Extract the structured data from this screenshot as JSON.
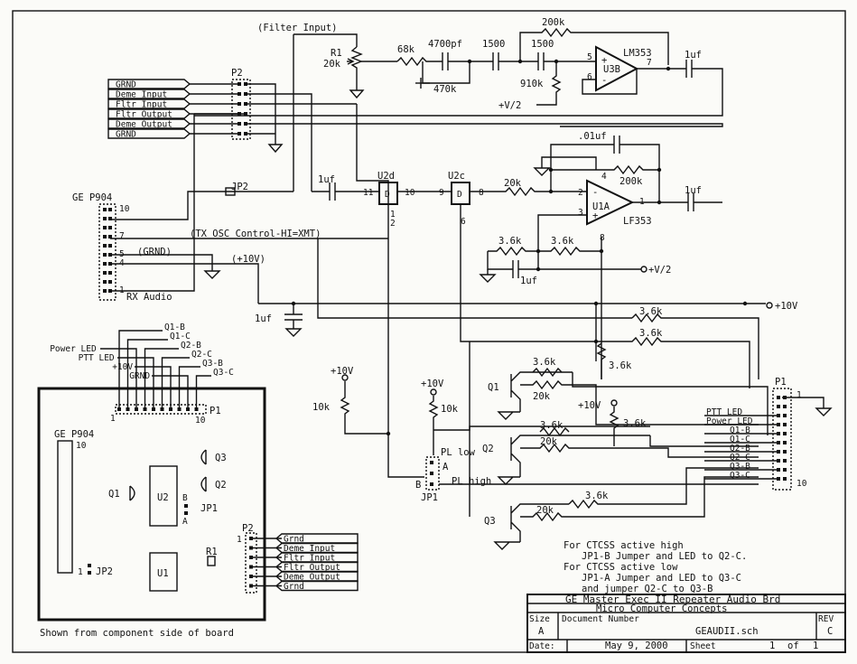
{
  "labels": {
    "filter_input": "(Filter Input)",
    "r1": "R1",
    "r1_val": "20k",
    "r68k": "68k",
    "c4700pf": "4700pf",
    "r470k": "470k",
    "c1500a": "1500",
    "c1500b": "1500",
    "r200k_top": "200k",
    "r910k": "910k",
    "v2_top": "+V/2",
    "lm353": "LM353",
    "u3b": "U3B",
    "u3b_p5": "5",
    "u3b_p6": "6",
    "u3b_p7": "7",
    "c1uf_out1": "1uf",
    "p2_top": "P2",
    "p2_pins": [
      "GRND",
      "Deme Input",
      "Fltr Input",
      "Fltr Output",
      "Deme Output",
      "GRND"
    ],
    "c01uf": ".01uf",
    "r200k_mid": "200k",
    "pin4": "4",
    "ge_p904_top": "GE P904",
    "jp2_top": "JP2",
    "c1uf_u2d": "1uf",
    "u2d": "U2d",
    "u2d_11": "11",
    "u2d_10": "10",
    "u2d_1": "1",
    "u2d_2": "2",
    "u2c": "U2c",
    "u2c_9": "9",
    "u2c_8": "8",
    "u2c_6": "6",
    "r20k_u1a": "20k",
    "u1a": "U1A",
    "lf353": "LF353",
    "u1a_2": "2",
    "u1a_3": "3",
    "u1a_1": "1",
    "u1a_8": "8",
    "c1uf_out2": "1uf",
    "p904_10": "10",
    "p904_7": "7",
    "p904_5": "5",
    "p904_4": "4",
    "p904_1": "1",
    "tx_osc": "(TX OSC Control-HI=XMT)",
    "grnd_paren": "(GRND)",
    "plus10v_paren": "(+10V)",
    "rx_audio": "RX Audio",
    "r36k_a": "3.6k",
    "r36k_b": "3.6k",
    "c1uf_bias": "1uf",
    "v2_mid": "+V/2",
    "c1uf_10v": "1uf",
    "plus10v_right": "+10V",
    "r36k_c": "3.6k",
    "r36k_d": "3.6k",
    "r36k_e": "3.6k",
    "q1": "Q1",
    "r36k_q1": "3.6k",
    "r20k_q1": "20k",
    "plus10v_q": "+10V",
    "r36k_q": "3.6k",
    "plus10v_l1": "+10V",
    "r10k_l1": "10k",
    "plus10v_l2": "+10V",
    "r10k_l2": "10k",
    "pl_low": "PL low",
    "pl_high": "PL high",
    "jp1": "JP1",
    "jp1_a": "A",
    "jp1_b": "B",
    "q2": "Q2",
    "r36k_q2": "3.6k",
    "r20k_q2": "20k",
    "q3": "Q3",
    "r36k_q3": "3.6k",
    "r20k_q3": "20k",
    "p1_right": "P1",
    "p1_1": "1",
    "p1_10": "10",
    "p1_pins": [
      "PTT LED",
      "Power LED",
      "Q1-B",
      "Q1-C",
      "Q2-B",
      "Q2-C",
      "Q3-B",
      "Q3-C"
    ],
    "board_pins": [
      "Q1-B",
      "Q1-C",
      "Power LED",
      "Q2-B",
      "PTT LED",
      "Q2-C",
      "+10V",
      "Q3-B",
      "GRND",
      "Q3-C"
    ],
    "board_p1": "P1",
    "board_p1_1": "1",
    "board_p1_10": "10",
    "board_ge_p904": "GE P904",
    "board_10": "10",
    "board_1": "1",
    "board_jp2": "JP2",
    "board_u2": "U2",
    "board_u1": "U1",
    "board_q1": "Q1",
    "board_q2": "Q2",
    "board_q3": "Q3",
    "board_jp1": "JP1",
    "board_b": "B",
    "board_a": "A",
    "board_r1": "R1",
    "board_p2": "P2",
    "board_p2_1": "1",
    "board_p2_pins": [
      "Grnd",
      "Deme Input",
      "Fltr Input",
      "Fltr Output",
      "Deme Output",
      "Grnd"
    ],
    "board_caption": "Shown from component side of board",
    "note1": "For CTCSS active high",
    "note2": "JP1-B Jumper and LED to Q2-C.",
    "note3": "For CTCSS active low",
    "note4": "JP1-A Jumper and LED to Q3-C",
    "note5": "and jumper Q2-C to Q3-B"
  },
  "title_block": {
    "title": "GE Master Exec II Repeater Audio Brd",
    "company": "Micro Computer Concepts",
    "size_label": "Size",
    "size": "A",
    "doc_label": "Document Number",
    "doc": "GEAUDII.sch",
    "rev_label": "REV",
    "rev": "C",
    "date_label": "Date:",
    "date": "May  9, 2000",
    "sheet_label": "Sheet",
    "sheet": "1",
    "of_label": "of",
    "of": "1"
  }
}
